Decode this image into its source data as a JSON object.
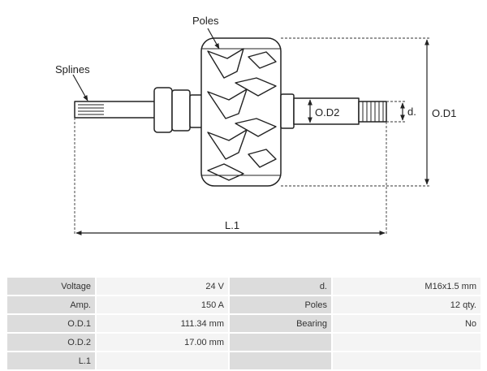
{
  "diagram": {
    "labels": {
      "poles": "Poles",
      "splines": "Splines",
      "od2": "O.D2",
      "d": "d.",
      "od1": "O.D1",
      "l1": "L.1"
    }
  },
  "specs": {
    "rows": [
      {
        "k1": "Voltage",
        "v1": "24 V",
        "k2": "d.",
        "v2": "M16x1.5 mm"
      },
      {
        "k1": "Amp.",
        "v1": "150  A",
        "k2": "Poles",
        "v2": "12 qty."
      },
      {
        "k1": "O.D.1",
        "v1": "111.34 mm",
        "k2": "Bearing",
        "v2": "No"
      },
      {
        "k1": "O.D.2",
        "v1": "17.00 mm",
        "k2": "",
        "v2": ""
      },
      {
        "k1": "L.1",
        "v1": "",
        "k2": "",
        "v2": ""
      }
    ]
  }
}
